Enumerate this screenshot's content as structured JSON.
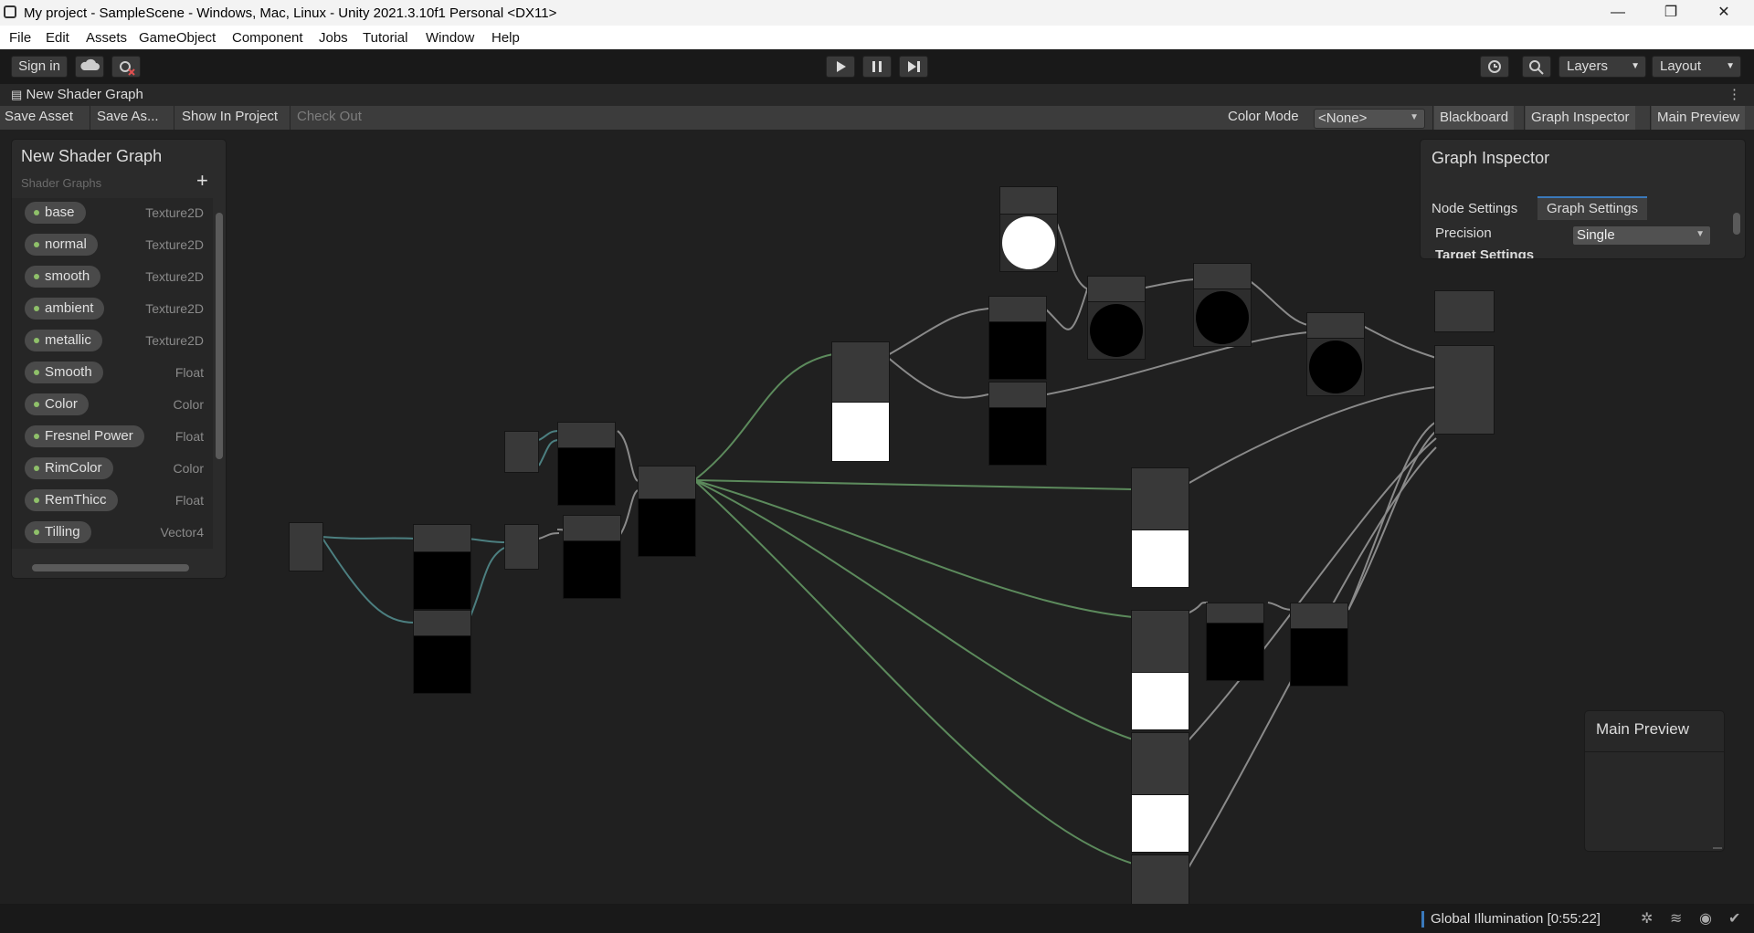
{
  "window": {
    "title": "My project - SampleScene - Windows, Mac, Linux - Unity 2021.3.10f1 Personal <DX11>",
    "controls": [
      "—",
      "❐",
      "✕"
    ]
  },
  "menu": [
    "File",
    "Edit",
    "Assets",
    "GameObject",
    "Component",
    "Jobs",
    "Tutorial",
    "Window",
    "Help"
  ],
  "toolbar": {
    "sign_in": "Sign in",
    "layers": "Layers",
    "layout": "Layout",
    "play_icon": "play-icon",
    "pause_icon": "pause-icon",
    "step_icon": "step-icon"
  },
  "tab": {
    "label": "New Shader Graph"
  },
  "sg_toolbar": {
    "save_asset": "Save Asset",
    "save_as": "Save As...",
    "show_in_project": "Show In Project",
    "check_out": "Check Out",
    "color_mode_label": "Color Mode",
    "color_mode_value": "<None>",
    "blackboard": "Blackboard",
    "graph_inspector": "Graph Inspector",
    "main_preview": "Main Preview"
  },
  "blackboard": {
    "title": "New Shader Graph",
    "subtitle": "Shader Graphs",
    "add": "+",
    "properties": [
      {
        "name": "base",
        "type": "Texture2D"
      },
      {
        "name": "normal",
        "type": "Texture2D"
      },
      {
        "name": "smooth",
        "type": "Texture2D"
      },
      {
        "name": "ambient",
        "type": "Texture2D"
      },
      {
        "name": "metallic",
        "type": "Texture2D"
      },
      {
        "name": "Smooth",
        "type": "Float"
      },
      {
        "name": "Color",
        "type": "Color"
      },
      {
        "name": "Fresnel Power",
        "type": "Float"
      },
      {
        "name": "RimColor",
        "type": "Color"
      },
      {
        "name": "RemThicc",
        "type": "Float"
      },
      {
        "name": "Tilling",
        "type": "Vector4"
      }
    ]
  },
  "graph_inspector": {
    "title": "Graph Inspector",
    "tabs": [
      "Node Settings",
      "Graph Settings"
    ],
    "precision_label": "Precision",
    "precision_value": "Single",
    "target_settings": "Target Settings"
  },
  "main_preview": {
    "title": "Main Preview"
  },
  "status": {
    "text": "Global Illumination [0:55:22]"
  },
  "colors": {
    "edge_green": "#5f8d5f",
    "edge_gray": "#8a8a8a",
    "edge_teal": "#4c7f80",
    "accent_tab": "#3a79bb"
  }
}
